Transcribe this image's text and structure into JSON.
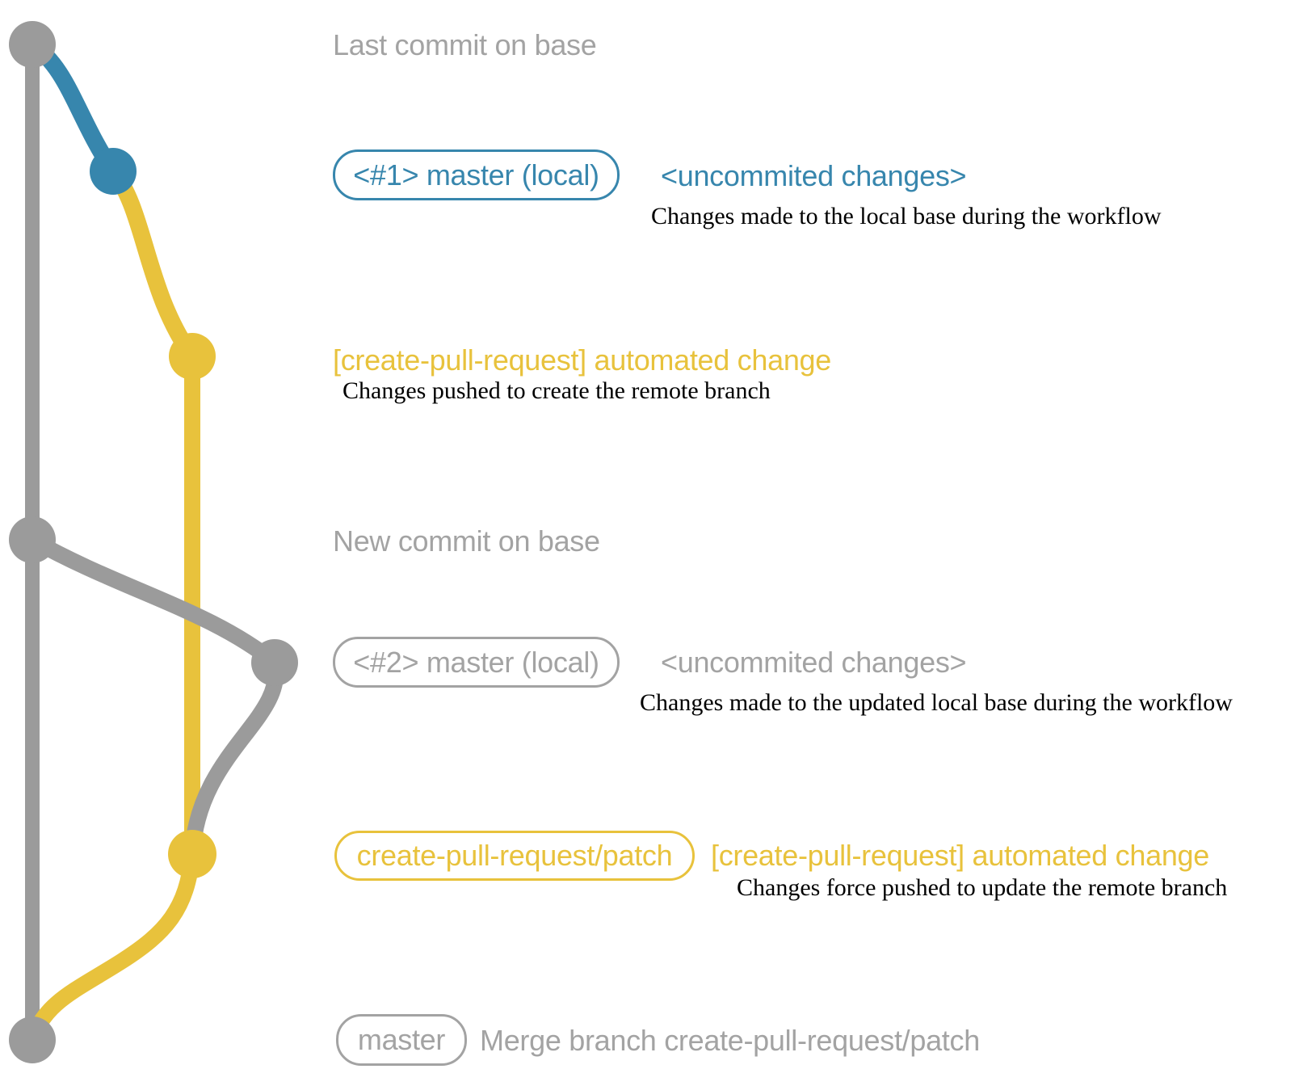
{
  "colors": {
    "gray": "#9b9b9b",
    "gray_text": "#a3a3a3",
    "blue": "#3786ad",
    "yellow": "#e8c23c",
    "black": "#000000"
  },
  "graph": {
    "branches": [
      {
        "name": "base",
        "color": "gray"
      },
      {
        "name": "master (local)",
        "color": "blue"
      },
      {
        "name": "create-pull-request/patch",
        "color": "yellow"
      }
    ],
    "commits": [
      {
        "name": "last-commit-on-base",
        "branch": "base",
        "color": "gray"
      },
      {
        "name": "uncommited-changes-1",
        "branch": "master (local)",
        "color": "blue"
      },
      {
        "name": "automated-change-1",
        "branch": "create-pull-request/patch",
        "color": "yellow"
      },
      {
        "name": "new-commit-on-base",
        "branch": "base",
        "color": "gray"
      },
      {
        "name": "uncommited-changes-2",
        "branch": "master (local)",
        "color": "gray"
      },
      {
        "name": "automated-change-2",
        "branch": "create-pull-request/patch",
        "color": "yellow"
      },
      {
        "name": "merge-commit",
        "branch": "base",
        "color": "gray"
      }
    ]
  },
  "rows": [
    {
      "note": "Last commit on base"
    },
    {
      "badge": "<#1> master (local)",
      "note": "<uncommited changes>",
      "desc": "Changes made to the local base during the workflow"
    },
    {
      "note": "[create-pull-request] automated change",
      "desc": "Changes pushed to create the remote branch"
    },
    {
      "note": "New commit on base"
    },
    {
      "badge": "<#2> master (local)",
      "note": "<uncommited changes>",
      "desc": "Changes made to the updated local base during the workflow"
    },
    {
      "badge": "create-pull-request/patch",
      "note": "[create-pull-request] automated change",
      "desc": "Changes force pushed to update the remote branch"
    },
    {
      "badge": "master",
      "note": "Merge branch create-pull-request/patch"
    }
  ]
}
